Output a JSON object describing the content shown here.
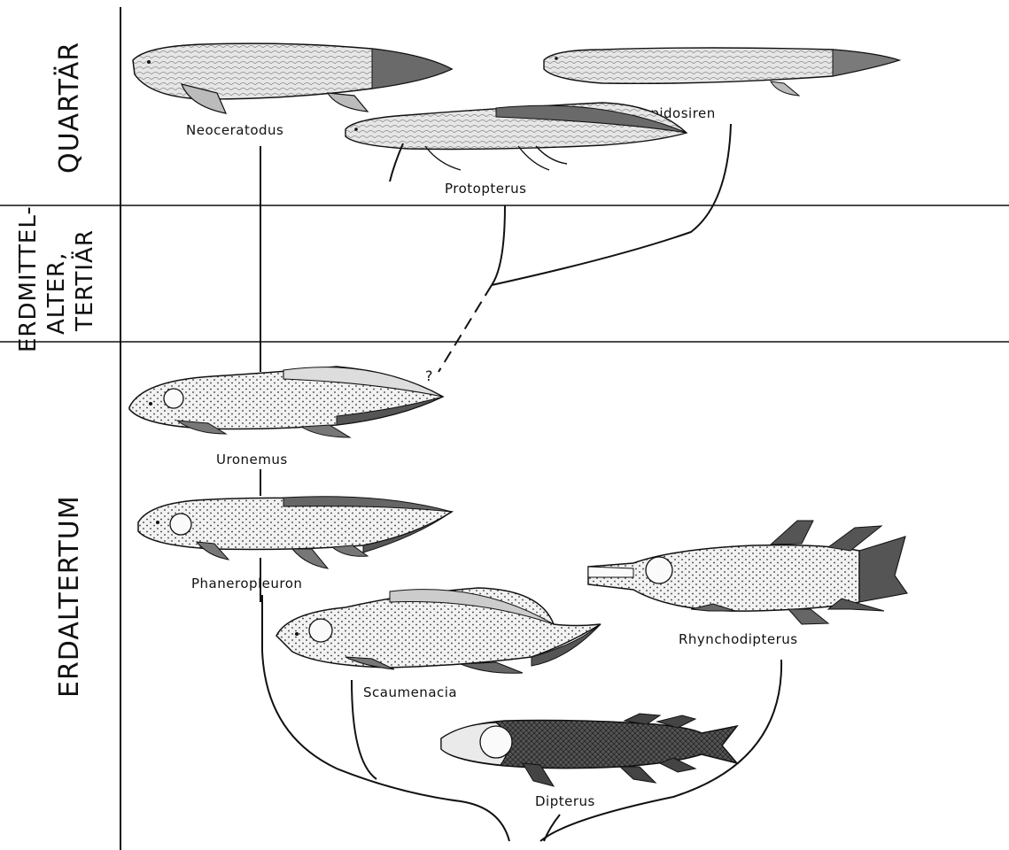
{
  "eras": {
    "quartaer": "QUARTÄR",
    "tertiaer_line1": "ERDMITTEL-",
    "tertiaer_line2": "ALTER,",
    "tertiaer_line3": "TERTIÄR",
    "erdaltertum": "ERDALTERTUM"
  },
  "species": {
    "neoceratodus": "Neoceratodus",
    "lepidosiren": "Lepidosiren",
    "protopterus": "Protopterus",
    "uronemus": "Uronemus",
    "phaneropleuron": "Phaneropleuron",
    "rhynchodipterus": "Rhynchodipterus",
    "scaumenacia": "Scaumenacia",
    "dipterus": "Dipterus"
  },
  "uncertain_marker": "?",
  "colors": {
    "ink": "#111111",
    "fish_fill": "#f4f4f4",
    "fish_dark": "#5a5a5a",
    "fish_mid": "#9a9a9a"
  }
}
